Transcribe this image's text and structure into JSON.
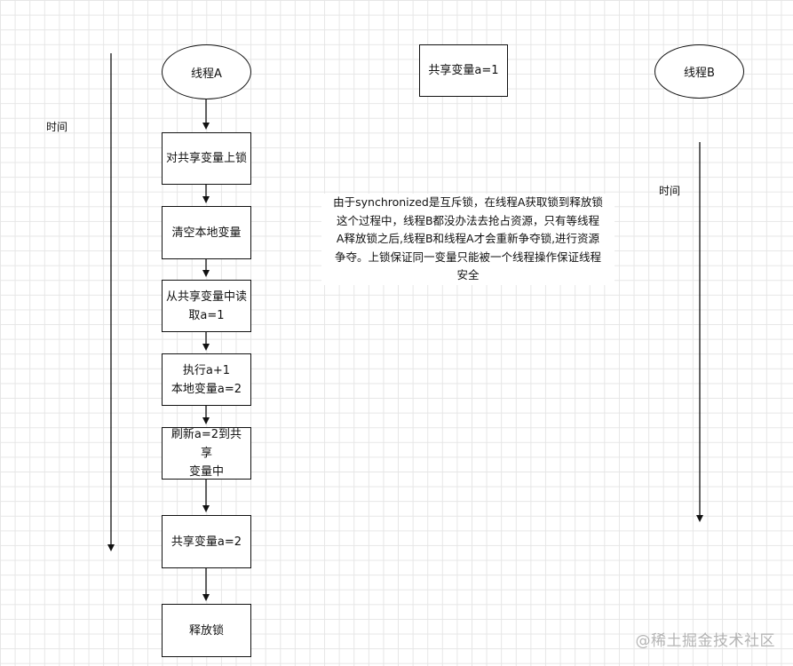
{
  "thread_a": {
    "title": "线程A",
    "steps": [
      "对共享变量上锁",
      "清空本地变量",
      "从共享变量中读\n取a=1",
      "执行a+1\n本地变量a=2",
      "刷新a=2到共享\n变量中",
      "共享变量a=2",
      "释放锁"
    ]
  },
  "shared_var": "共享变量a=1",
  "thread_b": {
    "title": "线程B"
  },
  "time_label_left": "时间",
  "time_label_right": "时间",
  "note": "由于synchronized是互斥锁，在线程A获取锁到释放锁\n这个过程中，线程B都没办法去抢占资源，只有等线程\nA释放锁之后,线程B和线程A才会重新争夺锁,进行资源\n争夺。上锁保证同一变量只能被一个线程操作保证线程\n安全",
  "watermark": "@稀土掘金技术社区"
}
